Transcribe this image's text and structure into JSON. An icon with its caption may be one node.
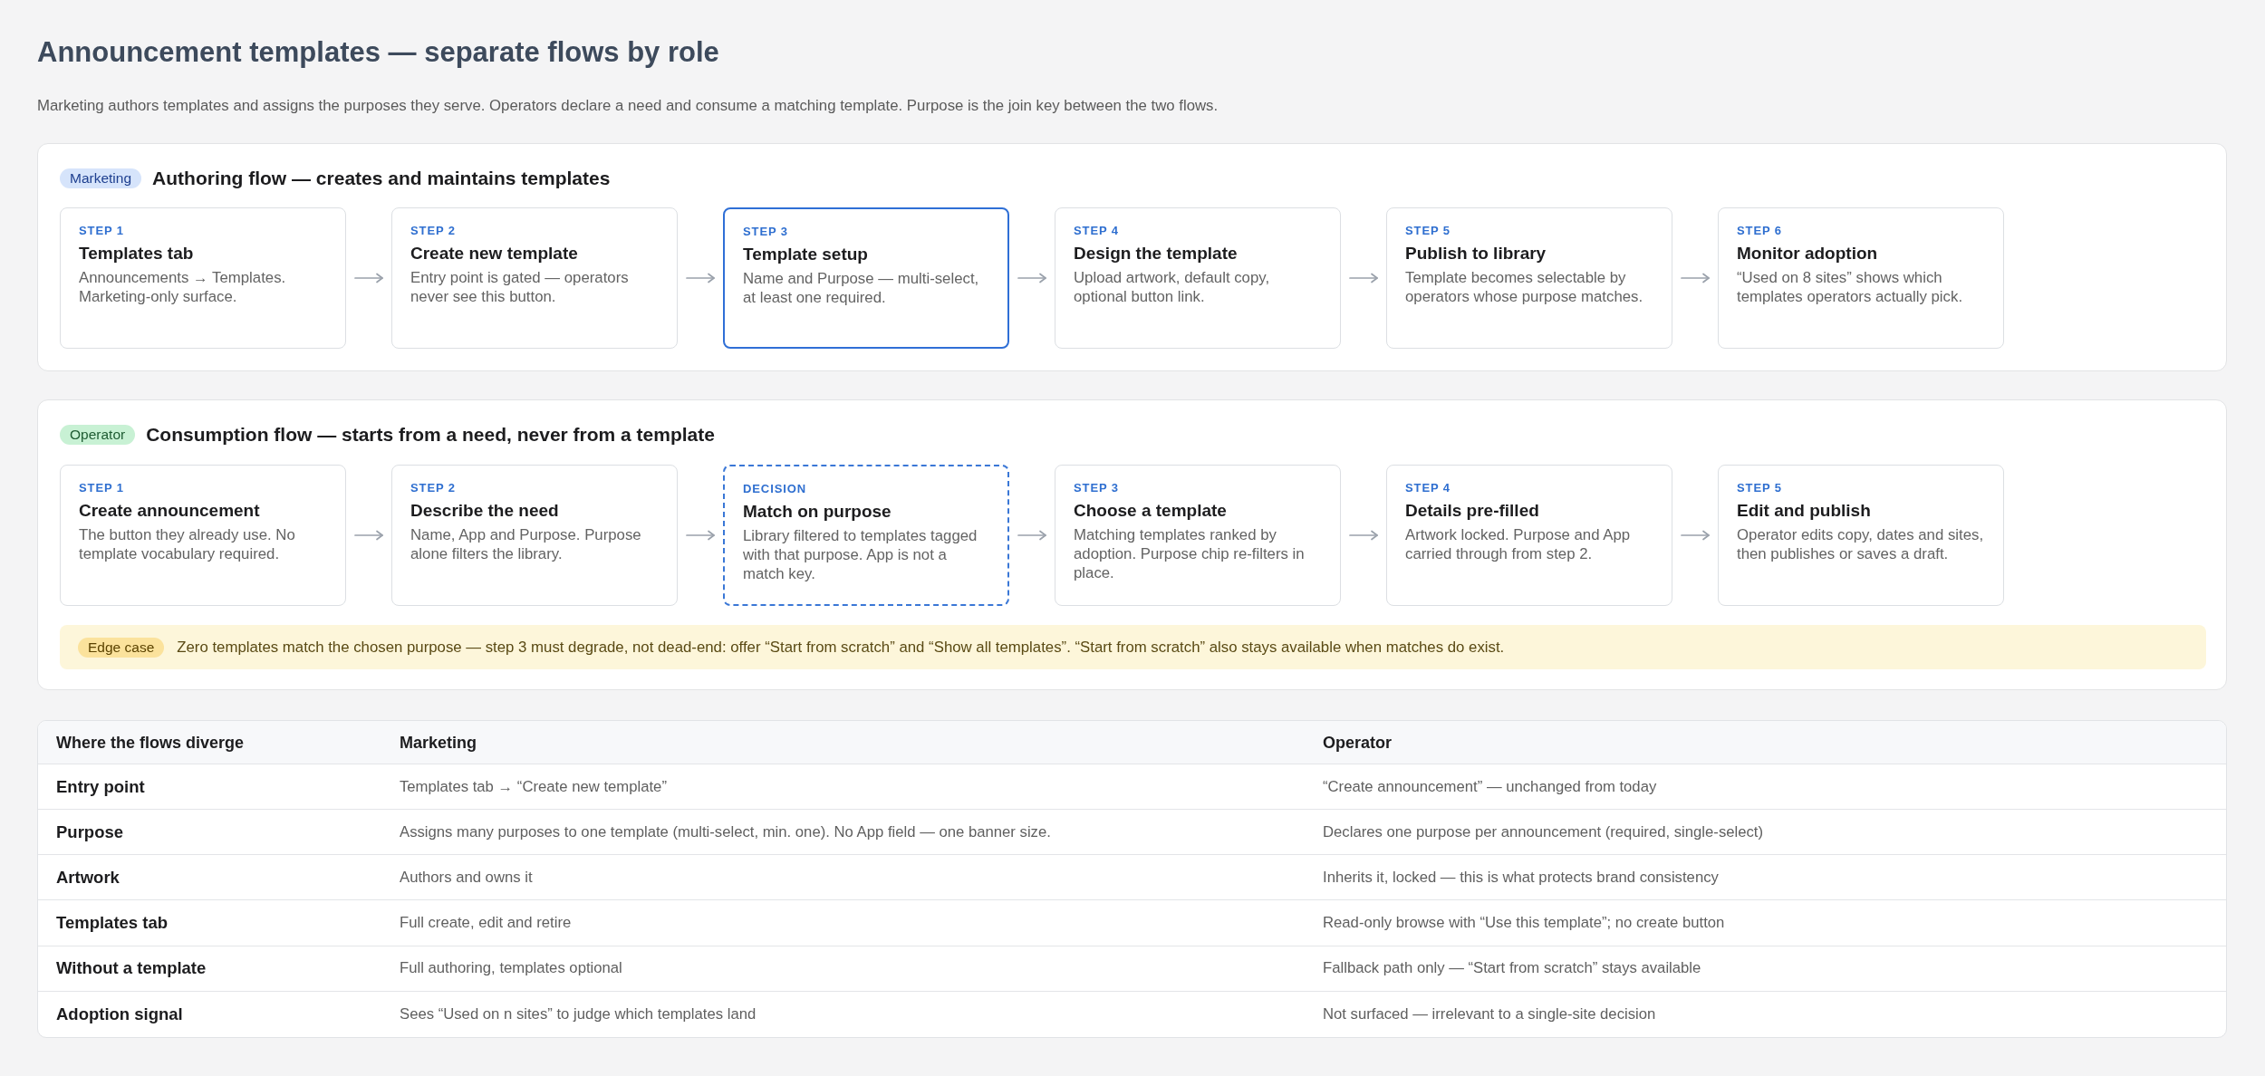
{
  "diagram": {
    "title": "Announcement templates — separate flows by role",
    "nodes": [
      {
        "text": [
          "Authoring flow — creates and maintains templates"
        ]
      },
      {
        "text": [
          "Marketing"
        ],
        "in": 0
      },
      {
        "text": [
          "STEP 1",
          "Templates tab",
          "Announcements → Templates. Marketing-only surface."
        ],
        "in": 0
      },
      {
        "text": [
          "STEP 2",
          "Create new template",
          "Entry point is gated — operators never see this button."
        ],
        "in": 0
      },
      {
        "text": [
          "STEP 3",
          "Template setup",
          "Name and Purpose — multi-select, at least one required."
        ],
        "in": 0
      },
      {
        "text": [
          "STEP 4",
          "Design the template",
          "Upload artwork, default copy, optional button link."
        ],
        "in": 0
      },
      {
        "text": [
          "STEP 5",
          "Publish to library",
          "Template becomes selectable by operators whose purpose matches."
        ],
        "in": 0
      },
      {
        "text": [
          "STEP 6",
          "Monitor adoption",
          "“Used on 8 sites” shows which templates operators actually pick."
        ],
        "in": 0
      },
      {
        "text": [
          "Consumption flow — starts from a need, never from a template"
        ]
      },
      {
        "text": [
          "Operator"
        ],
        "in": 8
      },
      {
        "text": [
          "STEP 1",
          "Create announcement",
          "The button they already use. No template vocabulary required."
        ],
        "in": 8
      },
      {
        "text": [
          "STEP 2",
          "Describe the need",
          "Name, App and Purpose. Purpose alone filters the library."
        ],
        "in": 8
      },
      {
        "text": [
          "DECISION",
          "Match on purpose",
          "Library filtered to templates tagged with that purpose. App is not a match key."
        ],
        "in": 8
      },
      {
        "text": [
          "STEP 3",
          "Choose a template",
          "Matching templates ranked by adoption. Purpose chip re-filters in place."
        ],
        "in": 8
      },
      {
        "text": [
          "STEP 4",
          "Details pre-filled",
          "Artwork locked. Purpose and App carried through from step 2."
        ],
        "in": 8
      },
      {
        "text": [
          "STEP 5",
          "Edit and publish",
          "Operator edits copy, dates and sites, then publishes or saves a draft."
        ],
        "in": 8
      },
      {
        "text": [
          "Zero templates match the chosen purpose — step 3 must degrade, not dead-end: offer “Start from scratch” and “Show all templates”. “Start from scratch” also stays available when matches do exist."
        ],
        "in": 8
      },
      {
        "text": [
          "Edge case"
        ],
        "in": 16
      }
    ],
    "edges": [
      {
        "from": 2,
        "to": 3,
        "arrow": "to"
      },
      {
        "from": 3,
        "to": 4,
        "arrow": "to"
      },
      {
        "from": 4,
        "to": 5,
        "arrow": "to"
      },
      {
        "from": 5,
        "to": 6,
        "arrow": "to"
      },
      {
        "from": 6,
        "to": 7,
        "arrow": "to"
      },
      {
        "from": 10,
        "to": 11,
        "arrow": "to"
      },
      {
        "from": 11,
        "to": 12,
        "arrow": "to"
      },
      {
        "from": 12,
        "to": 13,
        "arrow": "to"
      },
      {
        "from": 13,
        "to": 14,
        "arrow": "to"
      },
      {
        "from": 14,
        "to": 15,
        "arrow": "to"
      }
    ],
    "labels": [
      "Marketing authors templates and assigns the purposes they serve. Operators declare a need and consume a matching template. Purpose is the join key between the two flows.",
      "Where the flows diverge",
      "Marketing",
      "Operator",
      "Entry point",
      "Templates tab → “Create new template”",
      "“Create announcement” — unchanged from today",
      "Purpose",
      "Assigns many purposes to one template (multi-select, min. one). No App field — one banner size.",
      "Declares one purpose per announcement (required, single-select)",
      "Artwork",
      "Authors and owns it",
      "Inherits it, locked — this is what protects brand consistency",
      "Templates tab",
      "Full create, edit and retire",
      "Read-only browse with “Use this template”; no create button",
      "Without a template",
      "Full authoring, templates optional",
      "Fallback path only — “Start from scratch” stays available",
      "Adoption signal",
      "Sees “Used on n sites” to judge which templates land",
      "Not surfaced — irrelevant to a single-site decision"
    ]
  }
}
